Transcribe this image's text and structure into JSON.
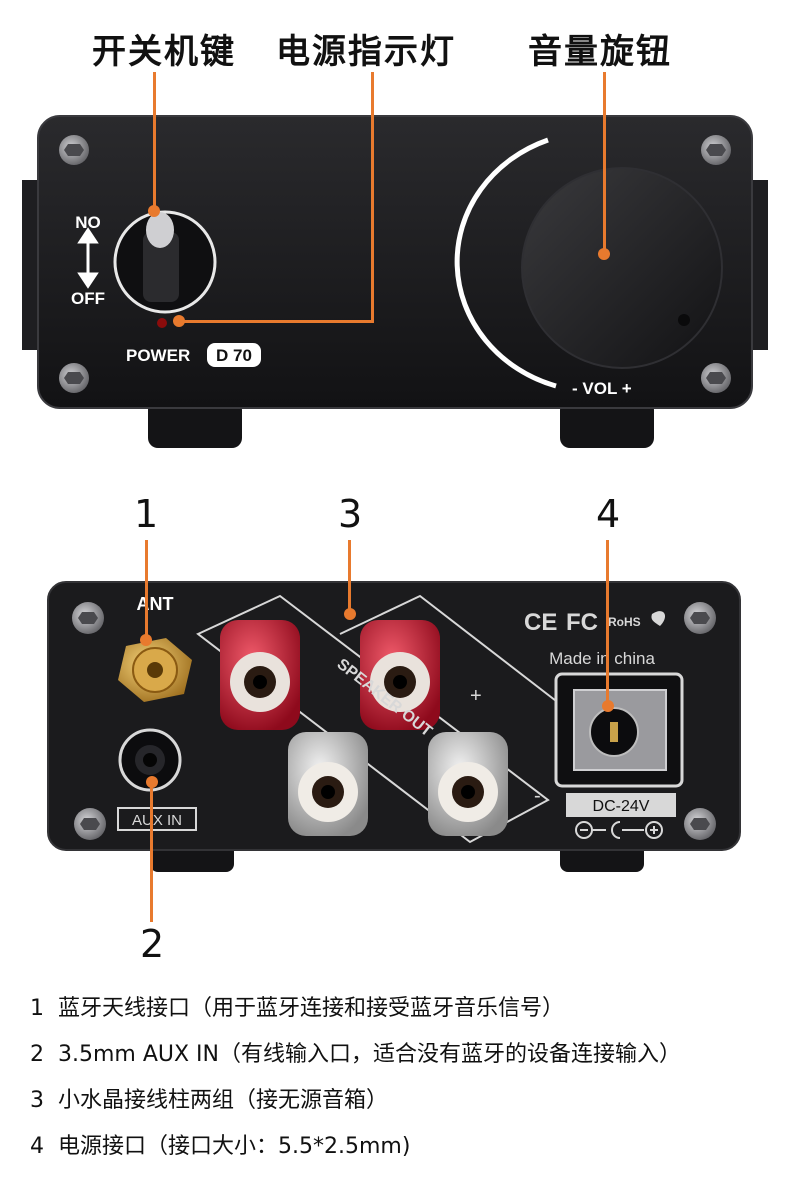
{
  "front": {
    "labels": {
      "switch": "开关机键",
      "power_led": "电源指示灯",
      "volume": "音量旋钮"
    },
    "panel_text": {
      "on": "NO",
      "off": "OFF",
      "power": "POWER",
      "model": "D 70",
      "vol": "- VOL +"
    }
  },
  "back": {
    "callouts": [
      "1",
      "2",
      "3",
      "4"
    ],
    "panel_text": {
      "ant": "ANT",
      "aux": "AUX IN",
      "speaker_out": "SPEAKER OUT",
      "plus": "+",
      "minus": "-",
      "made_in": "Made in china",
      "ce": "CE",
      "fc": "FC",
      "rohs": "RoHS",
      "dc": "DC-24V"
    }
  },
  "legend": [
    {
      "index": "1",
      "text": "蓝牙天线接口（用于蓝牙连接和接受蓝牙音乐信号）"
    },
    {
      "index": "2",
      "text": "3.5mm AUX IN（有线输入口，适合没有蓝牙的设备连接输入）"
    },
    {
      "index": "3",
      "text": "小水晶接线柱两组（接无源音箱）"
    },
    {
      "index": "4",
      "text": "电源接口（接口大小：5.5*2.5mm)"
    }
  ],
  "colors": {
    "accent": "#e87a2e",
    "panel": "#1b1b1d",
    "binding_red": "#c8102e"
  }
}
